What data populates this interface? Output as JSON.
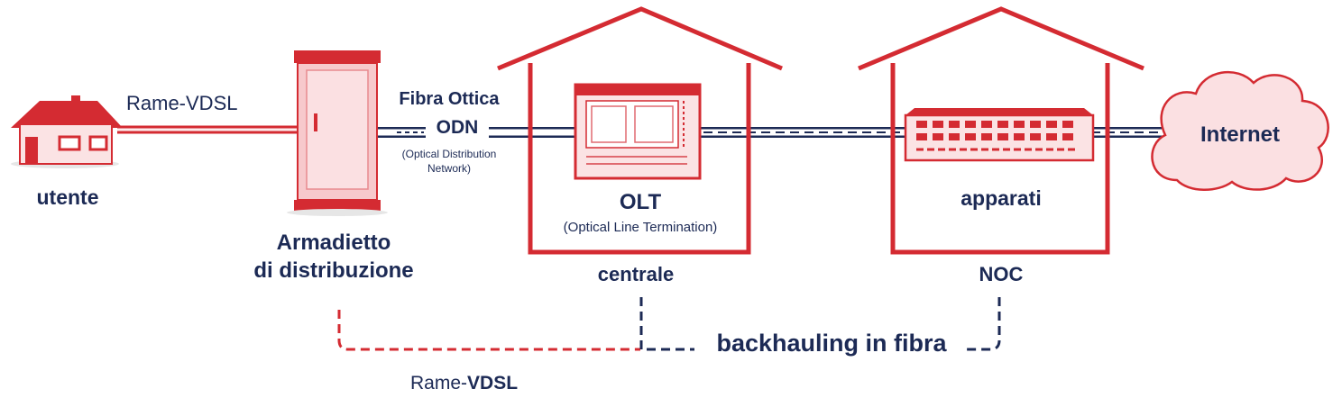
{
  "colors": {
    "red": "#d42b32",
    "navy": "#1c2a55",
    "pink": "#f8d4d6",
    "light": "#fdeced"
  },
  "nodes": {
    "user_label": "utente",
    "cabinet_label_line1": "Armadietto",
    "cabinet_label_line2": "di distribuzione",
    "olt_title": "OLT",
    "olt_subtitle": "(Optical Line Termination)",
    "central_label": "centrale",
    "equipment_label": "apparati",
    "noc_label": "NOC",
    "internet_label": "Internet"
  },
  "links": {
    "copper_label": "Rame-VDSL",
    "fiber_title": "Fibra Ottica",
    "odn_label": "ODN",
    "odn_desc_line1": "(Optical Distribution",
    "odn_desc_line2": "Network)",
    "backhaul_label": "backhauling in fibra",
    "bottom_copper_prefix": "Rame-",
    "bottom_copper_suffix": "VDSL"
  },
  "icons": [
    "house-icon",
    "cabinet-icon",
    "olt-rack-icon",
    "router-icon",
    "cloud-icon",
    "building-outline-icon"
  ]
}
